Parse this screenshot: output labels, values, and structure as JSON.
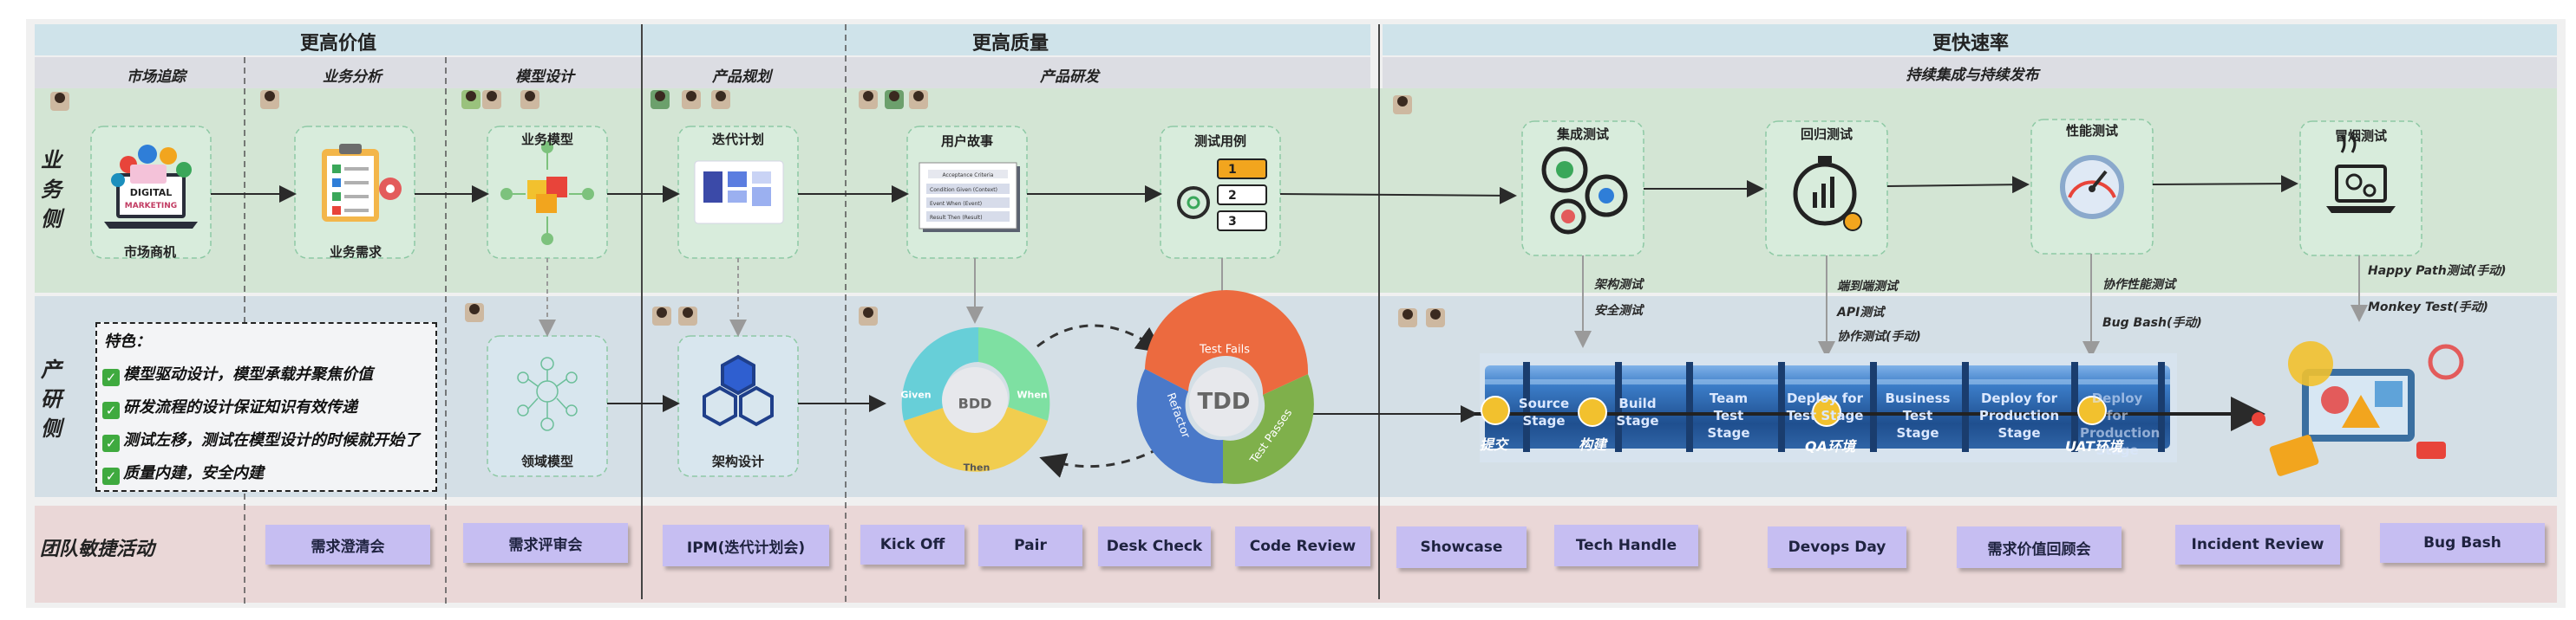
{
  "headers": {
    "value": "更高价值",
    "quality": "更高质量",
    "speed": "更快速率"
  },
  "sub_headers": {
    "market": "市场追踪",
    "business_analysis": "业务分析",
    "model_design": "模型设计",
    "product_planning": "产品规划",
    "product_dev": "产品研发",
    "ci_cd": "持续集成与持续发布"
  },
  "lanes": {
    "business": "业务侧",
    "dev": "产研侧",
    "team": "团队敏捷活动"
  },
  "business_nodes": {
    "market_opportunity": "市场商机",
    "business_requirement": "业务需求",
    "business_model": "业务模型",
    "iteration_plan": "迭代计划",
    "user_story": "用户故事",
    "test_case": "测试用例",
    "integration_test": "集成测试",
    "regression_test": "回归测试",
    "performance_test": "性能测试",
    "smoke_test": "冒烟测试"
  },
  "icon_text": {
    "digital": "DIGITAL",
    "marketing": "MARKETING",
    "story_card_title": "Acceptance Criteria",
    "story_card_rows": [
      "Condition Given (Context)",
      "Event When (Event)",
      "Result Then (Result)"
    ],
    "test_case_numbers": [
      "1",
      "2",
      "3"
    ]
  },
  "dev_nodes": {
    "domain_model": "领域模型",
    "architecture": "架构设计"
  },
  "features": {
    "title": "特色：",
    "items": [
      "模型驱动设计，模型承载并聚焦价值",
      "研发流程的设计保证知识有效传递",
      "测试左移，测试在模型设计的时候就开始了",
      "质量内建，安全内建"
    ]
  },
  "bdd": {
    "center": "BDD",
    "given": "Given",
    "when": "When",
    "then": "Then"
  },
  "tdd": {
    "center": "TDD",
    "fails": "Test Fails",
    "passes": "Test Passes",
    "refactor": "Refactor"
  },
  "test_annotations": {
    "integration": [
      "架构测试",
      "安全测试"
    ],
    "regression": [
      "端到端测试",
      "API测试",
      "协作测试(手动)"
    ],
    "performance": [
      "协作性能测试",
      "Bug Bash(手动)"
    ],
    "smoke": [
      "Happy Path测试(手动)",
      "Monkey Test(手动)"
    ]
  },
  "pipeline": {
    "stages": [
      "Source Stage",
      "Build Stage",
      "Team Test Stage",
      "Deploy for Test Stage",
      "Business Test Stage",
      "Deploy for Production Stage",
      "Deploy for Production Stage"
    ],
    "envs": [
      "提交",
      "构建",
      "QA环境",
      "UAT环境"
    ]
  },
  "activities": [
    "需求澄清会",
    "需求评审会",
    "IPM(迭代计划会)",
    "Kick Off",
    "Pair",
    "Desk Check",
    "Code Review",
    "Showcase",
    "Tech Handle",
    "Devops Day",
    "需求价值回顾会",
    "Incident Review",
    "Bug Bash"
  ],
  "colors": {
    "header_bg": "#cfe3ea",
    "subheader_bg": "#dcdde3",
    "business_bg": "#d3e5d4",
    "dev_bg": "#d4dfe6",
    "team_bg": "#ead7d7",
    "card_border": "#8ec9a5",
    "sticky_note": "#c6bef2",
    "pipe_blue": "#2f6fb3",
    "pipe_node": "#f2c12e"
  }
}
